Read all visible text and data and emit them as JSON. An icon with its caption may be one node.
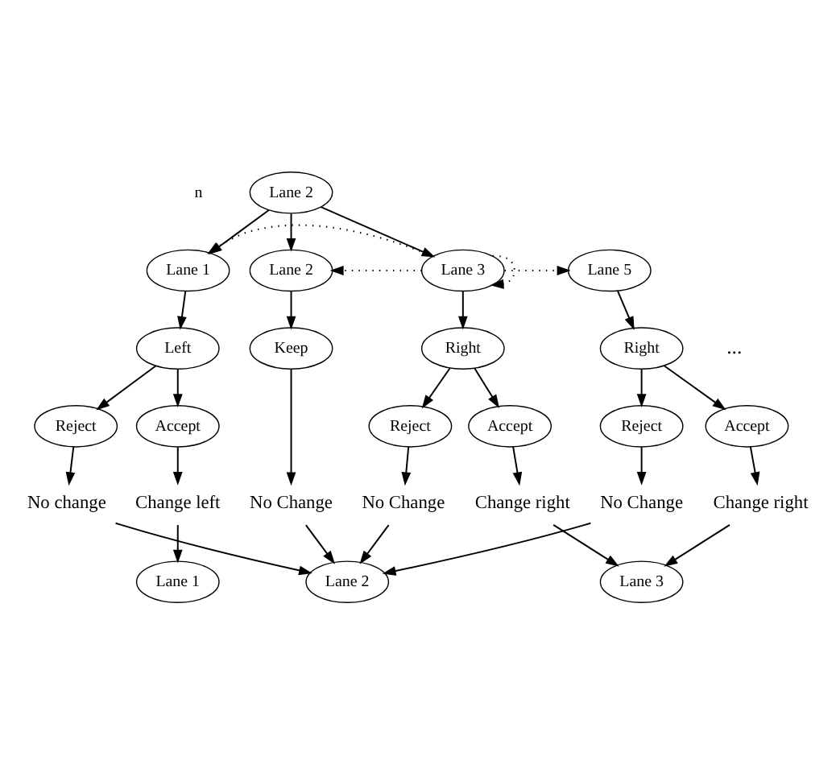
{
  "diagram": {
    "nodes": [
      {
        "text": [
          "Lane 2"
        ]
      },
      {
        "text": [
          "Lane 1"
        ]
      },
      {
        "text": [
          "Lane 2"
        ]
      },
      {
        "text": [
          "Lane 3"
        ]
      },
      {
        "text": [
          "Lane 5"
        ]
      },
      {
        "text": [
          "Left"
        ]
      },
      {
        "text": [
          "Keep"
        ]
      },
      {
        "text": [
          "Right"
        ]
      },
      {
        "text": [
          "Right"
        ]
      },
      {
        "text": [
          "Reject"
        ]
      },
      {
        "text": [
          "Accept"
        ]
      },
      {
        "text": [
          "Reject"
        ]
      },
      {
        "text": [
          "Accept"
        ]
      },
      {
        "text": [
          "Reject"
        ]
      },
      {
        "text": [
          "Accept"
        ]
      },
      {
        "text": [
          "No change"
        ]
      },
      {
        "text": [
          "Change left"
        ]
      },
      {
        "text": [
          "No Change"
        ]
      },
      {
        "text": [
          "No Change"
        ]
      },
      {
        "text": [
          "Change right"
        ]
      },
      {
        "text": [
          "No Change"
        ]
      },
      {
        "text": [
          "Change right"
        ]
      },
      {
        "text": [
          "Lane 1"
        ]
      },
      {
        "text": [
          "Lane 2"
        ]
      },
      {
        "text": [
          "Lane 3"
        ]
      }
    ],
    "edges": [
      {
        "from": 0,
        "to": 1,
        "arrow": "to"
      },
      {
        "from": 0,
        "to": 2,
        "arrow": "to"
      },
      {
        "from": 0,
        "to": 3,
        "arrow": "to"
      },
      {
        "from": 3,
        "to": 1,
        "arrow": "to",
        "style": "dashed"
      },
      {
        "from": 3,
        "to": 2,
        "arrow": "to",
        "style": "dashed"
      },
      {
        "from": 3,
        "to": 3,
        "arrow": "to",
        "style": "dashed"
      },
      {
        "from": 3,
        "to": 4,
        "arrow": "to",
        "style": "dashed"
      },
      {
        "from": 1,
        "to": 5,
        "arrow": "to"
      },
      {
        "from": 2,
        "to": 6,
        "arrow": "to"
      },
      {
        "from": 3,
        "to": 7,
        "arrow": "to"
      },
      {
        "from": 4,
        "to": 8,
        "arrow": "to"
      },
      {
        "from": 5,
        "to": 9,
        "arrow": "to"
      },
      {
        "from": 5,
        "to": 10,
        "arrow": "to"
      },
      {
        "from": 7,
        "to": 11,
        "arrow": "to"
      },
      {
        "from": 7,
        "to": 12,
        "arrow": "to"
      },
      {
        "from": 8,
        "to": 13,
        "arrow": "to"
      },
      {
        "from": 8,
        "to": 14,
        "arrow": "to"
      },
      {
        "from": 9,
        "to": 15,
        "arrow": "to"
      },
      {
        "from": 10,
        "to": 16,
        "arrow": "to"
      },
      {
        "from": 6,
        "to": 17,
        "arrow": "to"
      },
      {
        "from": 11,
        "to": 18,
        "arrow": "to"
      },
      {
        "from": 12,
        "to": 19,
        "arrow": "to"
      },
      {
        "from": 13,
        "to": 20,
        "arrow": "to"
      },
      {
        "from": 14,
        "to": 21,
        "arrow": "to"
      },
      {
        "from": 15,
        "to": 23,
        "arrow": "to"
      },
      {
        "from": 16,
        "to": 22,
        "arrow": "to"
      },
      {
        "from": 17,
        "to": 23,
        "arrow": "to"
      },
      {
        "from": 18,
        "to": 23,
        "arrow": "to"
      },
      {
        "from": 19,
        "to": 24,
        "arrow": "to"
      },
      {
        "from": 20,
        "to": 23,
        "arrow": "to"
      },
      {
        "from": 21,
        "to": 24,
        "arrow": "to"
      }
    ],
    "labels": [
      "n",
      "..."
    ]
  }
}
